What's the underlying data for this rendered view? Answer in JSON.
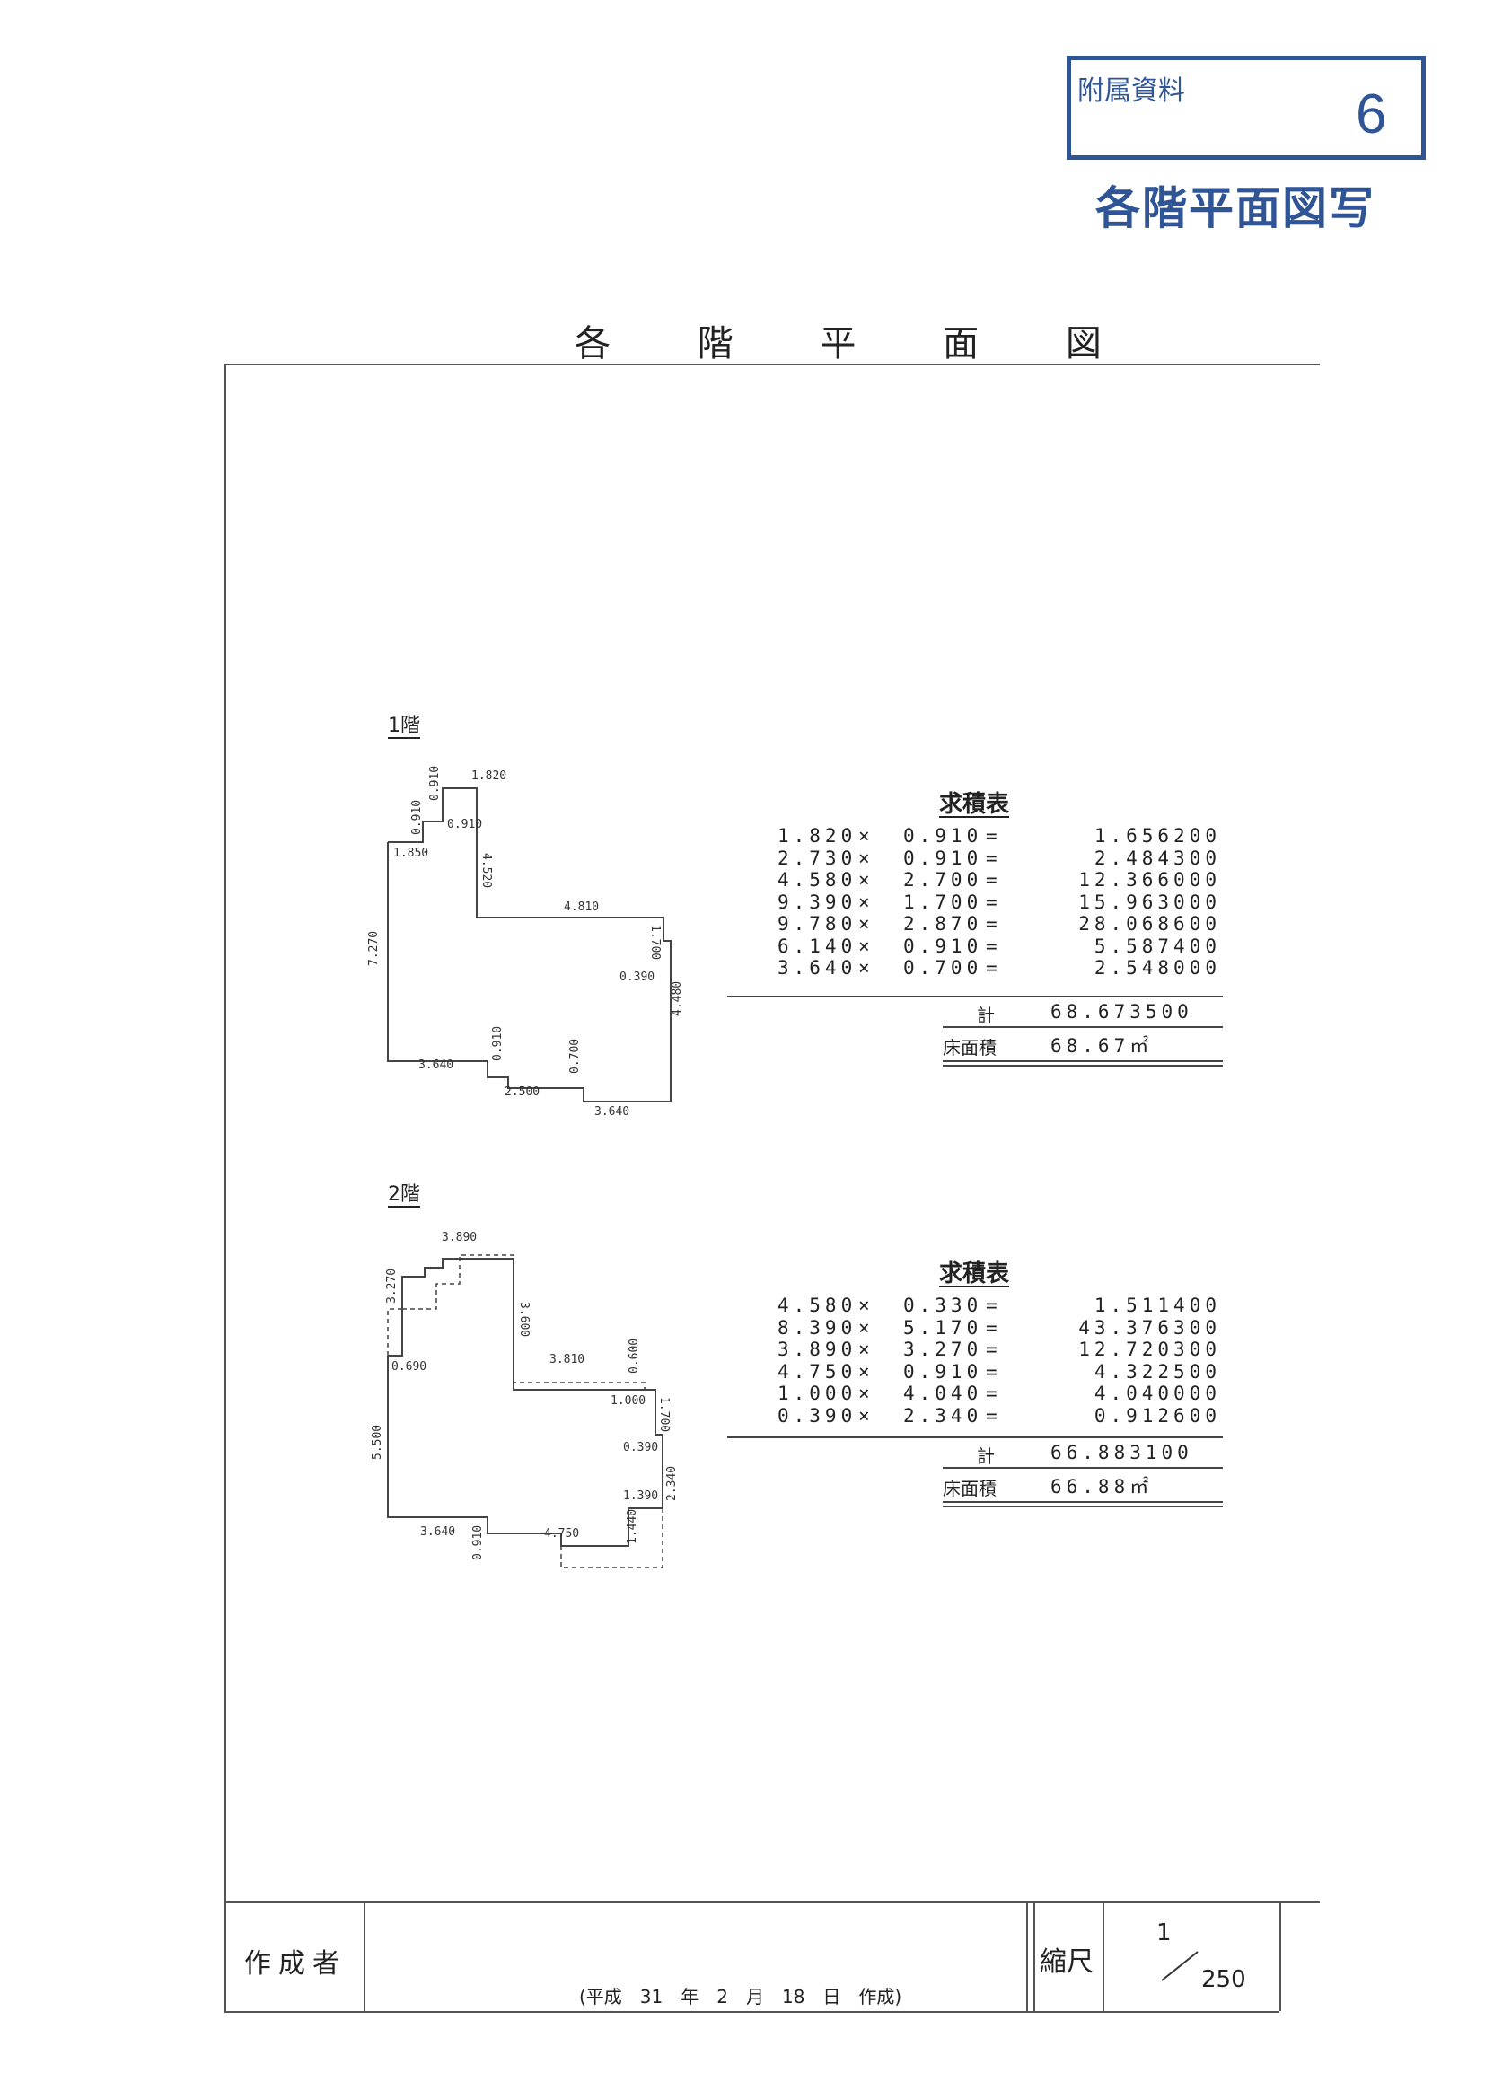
{
  "header": {
    "label": "附属資料",
    "number": "6",
    "subtitle": "各階平面図写"
  },
  "document_title": "各 階 平 面 図",
  "floor1": {
    "label": "1階",
    "dims": {
      "d1": "1.820",
      "d2": "0.910",
      "d3": "0.910",
      "d4": "0.910",
      "d5": "1.850",
      "d6": "4.520",
      "d7": "7.270",
      "d8": "4.810",
      "d9": "1.700",
      "d10": "0.390",
      "d11": "4.480",
      "d12": "3.640",
      "d13": "0.910",
      "d14": "2.500",
      "d15": "0.700",
      "d16": "3.640"
    },
    "table": {
      "title": "求積表",
      "rows": [
        {
          "a": "1.820",
          "b": "0.910",
          "r": "1.656200"
        },
        {
          "a": "2.730",
          "b": "0.910",
          "r": "2.484300"
        },
        {
          "a": "4.580",
          "b": "2.700",
          "r": "12.366000"
        },
        {
          "a": "9.390",
          "b": "1.700",
          "r": "15.963000"
        },
        {
          "a": "9.780",
          "b": "2.870",
          "r": "28.068600"
        },
        {
          "a": "6.140",
          "b": "0.910",
          "r": "5.587400"
        },
        {
          "a": "3.640",
          "b": "0.700",
          "r": "2.548000"
        }
      ],
      "total_label": "計",
      "total": "68.673500",
      "floor_area_label": "床面積",
      "floor_area": "68.67㎡"
    }
  },
  "floor2": {
    "label": "2階",
    "dims": {
      "d1": "3.890",
      "d2": "3.270",
      "d3": "0.690",
      "d4": "3.600",
      "d5": "3.810",
      "d6": "0.600",
      "d7": "1.000",
      "d8": "1.700",
      "d9": "0.390",
      "d10": "5.500",
      "d11": "2.340",
      "d12": "1.390",
      "d13": "3.640",
      "d14": "0.910",
      "d15": "4.750",
      "d16": "1.440"
    },
    "table": {
      "title": "求積表",
      "rows": [
        {
          "a": "4.580",
          "b": "0.330",
          "r": "1.511400"
        },
        {
          "a": "8.390",
          "b": "5.170",
          "r": "43.376300"
        },
        {
          "a": "3.890",
          "b": "3.270",
          "r": "12.720300"
        },
        {
          "a": "4.750",
          "b": "0.910",
          "r": "4.322500"
        },
        {
          "a": "1.000",
          "b": "4.040",
          "r": "4.040000"
        },
        {
          "a": "0.390",
          "b": "2.340",
          "r": "0.912600"
        }
      ],
      "total_label": "計",
      "total": "66.883100",
      "floor_area_label": "床面積",
      "floor_area": "66.88㎡"
    }
  },
  "footer": {
    "creator_label": "作成者",
    "date": "(平成　31　年　2　月　18　日　作成)",
    "scale_label": "縮尺",
    "scale_numerator": "1",
    "scale_denominator": "250"
  }
}
